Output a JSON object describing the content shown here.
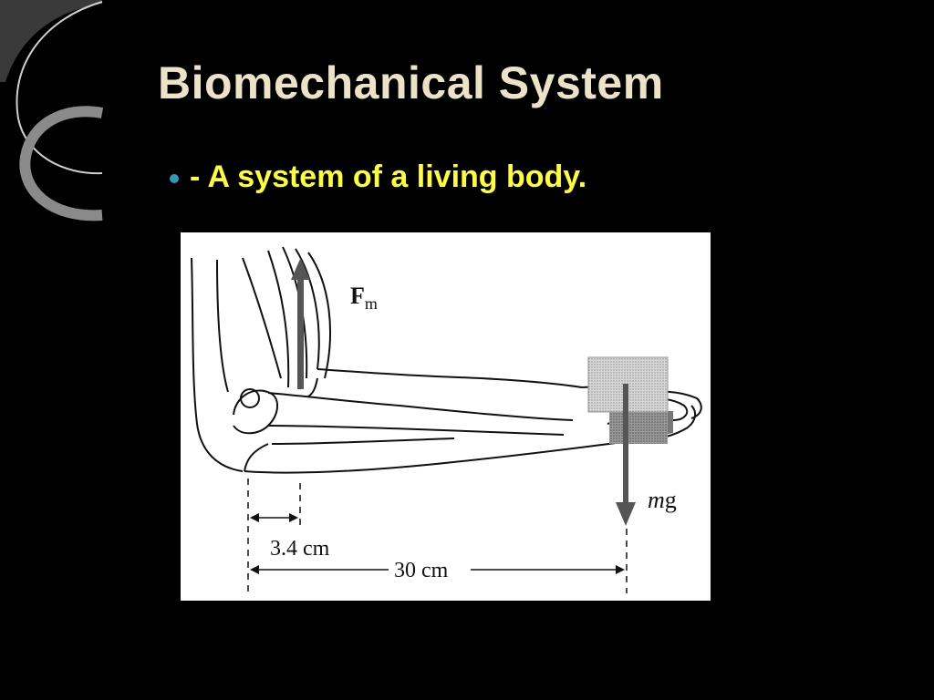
{
  "slide": {
    "title": "Biomechanical System",
    "bullet": "- A system of a living body.",
    "colors": {
      "background": "#000000",
      "title": "#ece3c7",
      "bullet_text": "#ffff33",
      "bullet_dot": "#2f9ab8",
      "figure_background": "#ffffff"
    }
  },
  "figure": {
    "force_muscle_label_main": "F",
    "force_muscle_label_sub": "m",
    "weight_label_italic": "m",
    "weight_label_normal": "g",
    "distance_short": "3.4 cm",
    "distance_long": "30 cm"
  }
}
